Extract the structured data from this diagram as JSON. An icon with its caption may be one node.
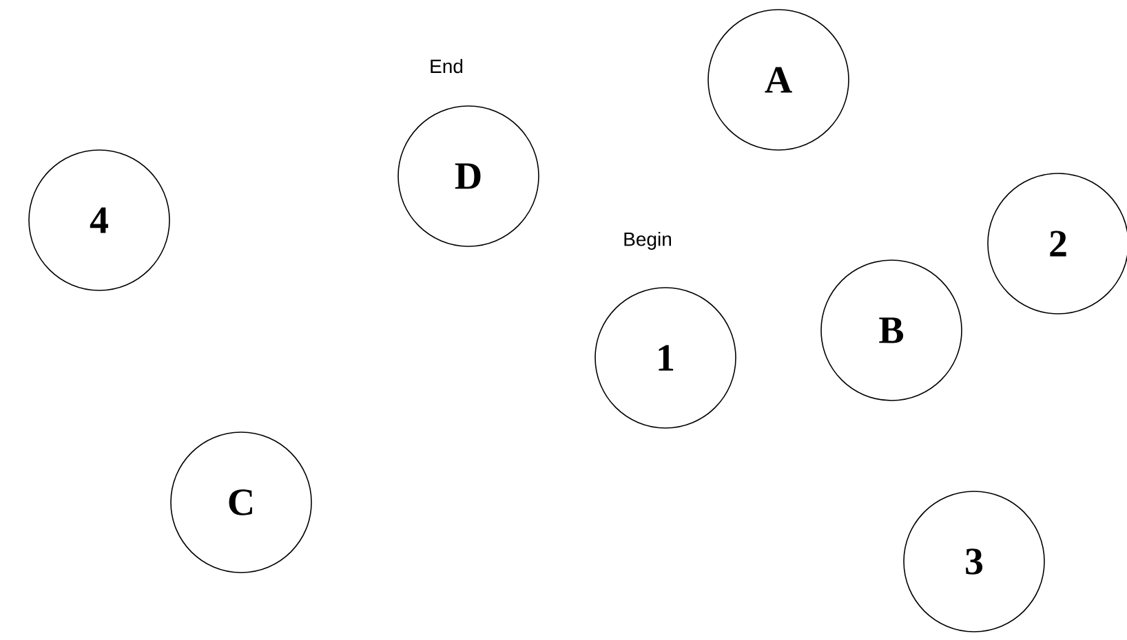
{
  "diagram": {
    "nodes": [
      {
        "text": [
          "A"
        ]
      },
      {
        "text": [
          "D"
        ],
        "beside": [
          "End"
        ]
      },
      {
        "text": [
          "4"
        ]
      },
      {
        "text": [
          "2"
        ]
      },
      {
        "text": [
          "B"
        ]
      },
      {
        "text": [
          "1"
        ],
        "beside": [
          "Begin"
        ]
      },
      {
        "text": [
          "C"
        ]
      },
      {
        "text": [
          "3"
        ]
      }
    ]
  }
}
